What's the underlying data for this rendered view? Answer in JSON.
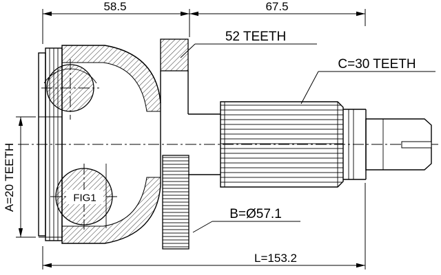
{
  "drawing": {
    "colors": {
      "line": "#000000",
      "background": "#ffffff"
    },
    "dimensions": {
      "top_left_width": "58.5",
      "top_right_width": "67.5",
      "overall_length": "L=153.2",
      "ring_diameter": "B=Ø57.1",
      "inner_spline_teeth": "A=20 TEETH"
    },
    "labels": {
      "abs_ring_teeth": "52 TEETH",
      "shaft_spline_teeth": "C=30 TEETH",
      "figure_ref": "FIG1"
    }
  }
}
